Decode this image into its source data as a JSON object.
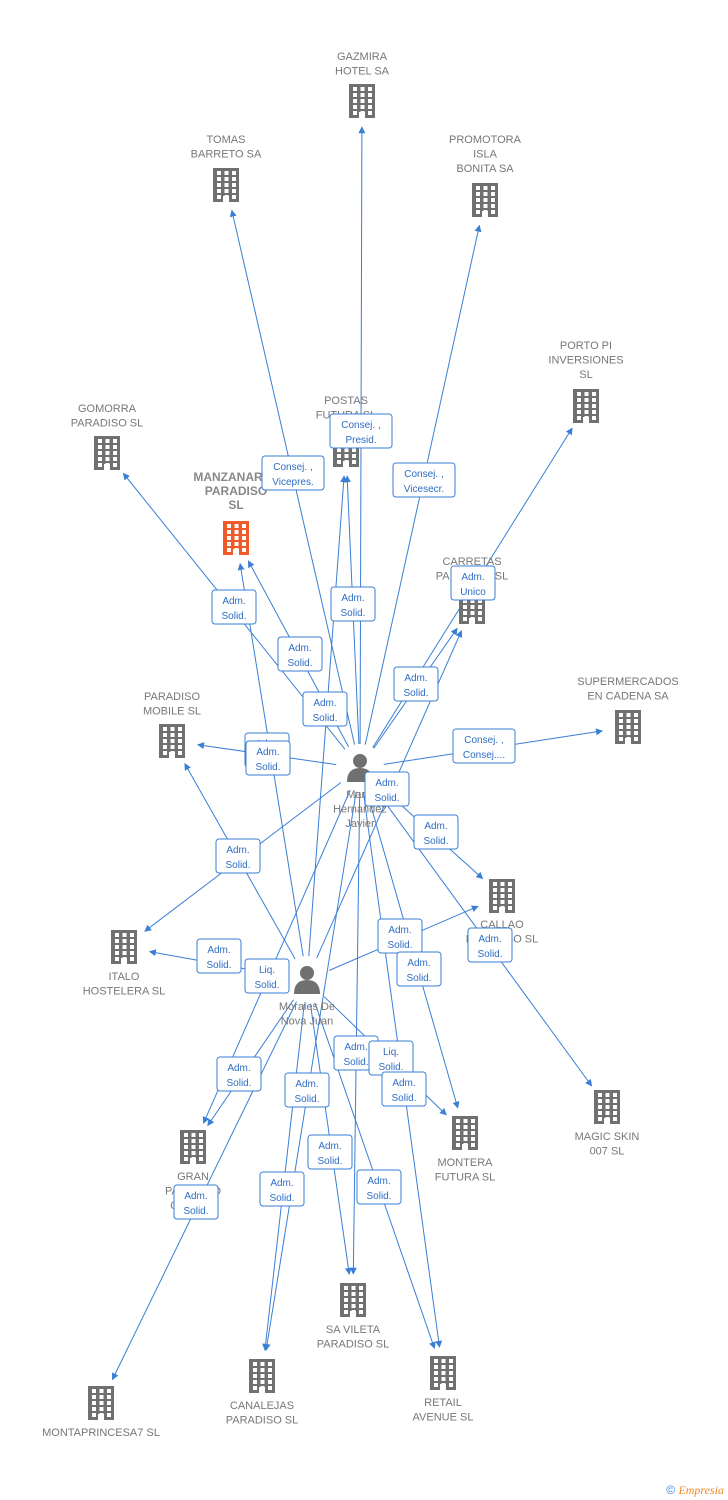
{
  "companies": [
    {
      "id": "gazmira",
      "lines": [
        "GAZMIRA",
        "HOTEL SA"
      ]
    },
    {
      "id": "tomas",
      "lines": [
        "TOMAS",
        "BARRETO SA"
      ]
    },
    {
      "id": "promotora",
      "lines": [
        "PROMOTORA",
        "ISLA",
        "BONITA SA"
      ]
    },
    {
      "id": "portopi",
      "lines": [
        "PORTO PI",
        "INVERSIONES",
        "SL"
      ]
    },
    {
      "id": "gomorra",
      "lines": [
        "GOMORRA",
        "PARADISO  SL"
      ]
    },
    {
      "id": "postas",
      "lines": [
        "POSTAS",
        "FUTURA SL"
      ]
    },
    {
      "id": "manzanares",
      "lines": [
        "MANZANARES",
        "PARADISO",
        "SL"
      ],
      "focus": true
    },
    {
      "id": "carretas",
      "lines": [
        "CARRETAS",
        "PARADISO  SL"
      ]
    },
    {
      "id": "supermercados",
      "lines": [
        "SUPERMERCADOS",
        "EN CADENA SA"
      ]
    },
    {
      "id": "paradisomobile",
      "lines": [
        "PARADISO",
        "MOBILE  SL"
      ]
    },
    {
      "id": "callao",
      "lines": [
        "CALLAO",
        "PARADISO  SL"
      ]
    },
    {
      "id": "italo",
      "lines": [
        "ITALO",
        "HOSTELERA SL"
      ]
    },
    {
      "id": "magicskin",
      "lines": [
        "MAGIC SKIN",
        "007 SL"
      ]
    },
    {
      "id": "gran",
      "lines": [
        "GRAN",
        "PARADISO",
        "CAFE SL"
      ]
    },
    {
      "id": "montera",
      "lines": [
        "MONTERA",
        "FUTURA SL"
      ]
    },
    {
      "id": "savileta",
      "lines": [
        "SA VILETA",
        "PARADISO  SL"
      ]
    },
    {
      "id": "canalejas",
      "lines": [
        "CANALEJAS",
        "PARADISO SL"
      ]
    },
    {
      "id": "retail",
      "lines": [
        "RETAIL",
        "AVENUE  SL"
      ]
    },
    {
      "id": "montaprincesa",
      "lines": [
        "MONTAPRINCESA7 SL"
      ]
    }
  ],
  "persons": [
    {
      "id": "javier",
      "lines": [
        "Marin",
        "Hernandez",
        "Javier"
      ]
    },
    {
      "id": "juan",
      "lines": [
        "Morales De",
        "Nova Juan"
      ]
    }
  ],
  "edges": [
    {
      "from": "javier",
      "to": "gazmira"
    },
    {
      "from": "javier",
      "to": "tomas"
    },
    {
      "from": "javier",
      "to": "promotora"
    },
    {
      "from": "javier",
      "to": "portopi"
    },
    {
      "from": "javier",
      "to": "gomorra"
    },
    {
      "from": "javier",
      "to": "postas"
    },
    {
      "from": "javier",
      "to": "manzanares"
    },
    {
      "from": "javier",
      "to": "carretas"
    },
    {
      "from": "javier",
      "to": "supermercados"
    },
    {
      "from": "javier",
      "to": "paradisomobile"
    },
    {
      "from": "javier",
      "to": "callao"
    },
    {
      "from": "javier",
      "to": "italo"
    },
    {
      "from": "javier",
      "to": "magicskin"
    },
    {
      "from": "javier",
      "to": "gran"
    },
    {
      "from": "javier",
      "to": "montera"
    },
    {
      "from": "javier",
      "to": "savileta"
    },
    {
      "from": "javier",
      "to": "canalejas"
    },
    {
      "from": "javier",
      "to": "retail"
    },
    {
      "from": "juan",
      "to": "postas"
    },
    {
      "from": "juan",
      "to": "manzanares"
    },
    {
      "from": "juan",
      "to": "carretas"
    },
    {
      "from": "juan",
      "to": "paradisomobile"
    },
    {
      "from": "juan",
      "to": "callao"
    },
    {
      "from": "juan",
      "to": "italo"
    },
    {
      "from": "juan",
      "to": "gran"
    },
    {
      "from": "juan",
      "to": "montera"
    },
    {
      "from": "juan",
      "to": "savileta"
    },
    {
      "from": "juan",
      "to": "canalejas"
    },
    {
      "from": "juan",
      "to": "retail"
    },
    {
      "from": "juan",
      "to": "montaprincesa"
    }
  ],
  "edge_labels": [
    {
      "lines": [
        "Consej. ,",
        "Presid."
      ]
    },
    {
      "lines": [
        "Consej. ,",
        "Vicepres."
      ]
    },
    {
      "lines": [
        "Consej. ,",
        "Vicesecr."
      ]
    },
    {
      "lines": [
        "Adm.",
        "Unico"
      ]
    },
    {
      "lines": [
        "Adm.",
        "Solid."
      ]
    },
    {
      "lines": [
        "Adm.",
        "Solid."
      ]
    },
    {
      "lines": [
        "Adm.",
        "Solid."
      ]
    },
    {
      "lines": [
        "Adm.",
        "Solid."
      ]
    },
    {
      "lines": [
        "Adm.",
        "Solid."
      ]
    },
    {
      "lines": [
        "Consej. ,",
        "Consej...."
      ]
    },
    {
      "lines": [
        "Adm.",
        "Solid."
      ]
    },
    {
      "lines": [
        "Adm.",
        "Solid."
      ]
    },
    {
      "lines": [
        "Adm.",
        "Solid."
      ]
    },
    {
      "lines": [
        "Adm.",
        "Solid."
      ]
    },
    {
      "lines": [
        "Adm.",
        "Solid."
      ]
    },
    {
      "lines": [
        "Adm.",
        "Solid."
      ]
    },
    {
      "lines": [
        "Adm.",
        "Solid."
      ]
    },
    {
      "lines": [
        "Liq.",
        "Solid."
      ]
    },
    {
      "lines": [
        "Adm.",
        "Solid."
      ]
    },
    {
      "lines": [
        "Adm.",
        "Solid."
      ]
    },
    {
      "lines": [
        "Adm.",
        "Solid."
      ]
    },
    {
      "lines": [
        "Liq.",
        "Solid."
      ]
    },
    {
      "lines": [
        "Adm.",
        "Solid."
      ]
    },
    {
      "lines": [
        "Adm.",
        "Solid."
      ]
    },
    {
      "lines": [
        "Adm.",
        "Solid."
      ]
    },
    {
      "lines": [
        "Adm.",
        "Solid."
      ]
    },
    {
      "lines": [
        "Adm.",
        "Solid."
      ]
    },
    {
      "lines": [
        "Adm.",
        "Solid."
      ]
    },
    {
      "lines": [
        "Adm.",
        "Solid."
      ]
    }
  ],
  "colors": {
    "edge": "#3a7fd5",
    "building": "#707070",
    "focus_building": "#f05a28",
    "person": "#707070"
  },
  "footer": {
    "copyright": "©",
    "brand": "Empresia"
  }
}
